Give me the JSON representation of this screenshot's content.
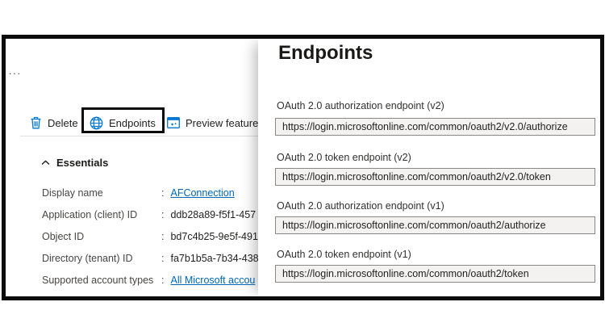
{
  "window": {
    "ellipsis": "..."
  },
  "toolbar": {
    "delete_label": "Delete",
    "endpoints_label": "Endpoints",
    "preview_label": "Preview features"
  },
  "essentials": {
    "title": "Essentials",
    "colon": ":",
    "rows": [
      {
        "label": "Display name",
        "value": "AFConnection"
      },
      {
        "label": "Application (client) ID",
        "value": "ddb28a89-f5f1-457"
      },
      {
        "label": "Object ID",
        "value": "bd7c4b25-9e5f-491"
      },
      {
        "label": "Directory (tenant) ID",
        "value": "fa7b1b5a-7b34-438"
      },
      {
        "label": "Supported account types",
        "value": "All Microsoft accou"
      }
    ]
  },
  "endpoints_panel": {
    "title": "Endpoints",
    "fields": [
      {
        "label": "OAuth 2.0 authorization endpoint (v2)",
        "value": "https://login.microsoftonline.com/common/oauth2/v2.0/authorize"
      },
      {
        "label": "OAuth 2.0 token endpoint (v2)",
        "value": "https://login.microsoftonline.com/common/oauth2/v2.0/token"
      },
      {
        "label": "OAuth 2.0 authorization endpoint (v1)",
        "value": "https://login.microsoftonline.com/common/oauth2/authorize"
      },
      {
        "label": "OAuth 2.0 token endpoint (v1)",
        "value": "https://login.microsoftonline.com/common/oauth2/token"
      }
    ]
  },
  "colors": {
    "accent_blue": "#0078d4",
    "link_blue": "#0067b8",
    "input_background": "#f3f2f1",
    "input_border": "#8a8886",
    "highlight_border": "#0b0b0b"
  }
}
